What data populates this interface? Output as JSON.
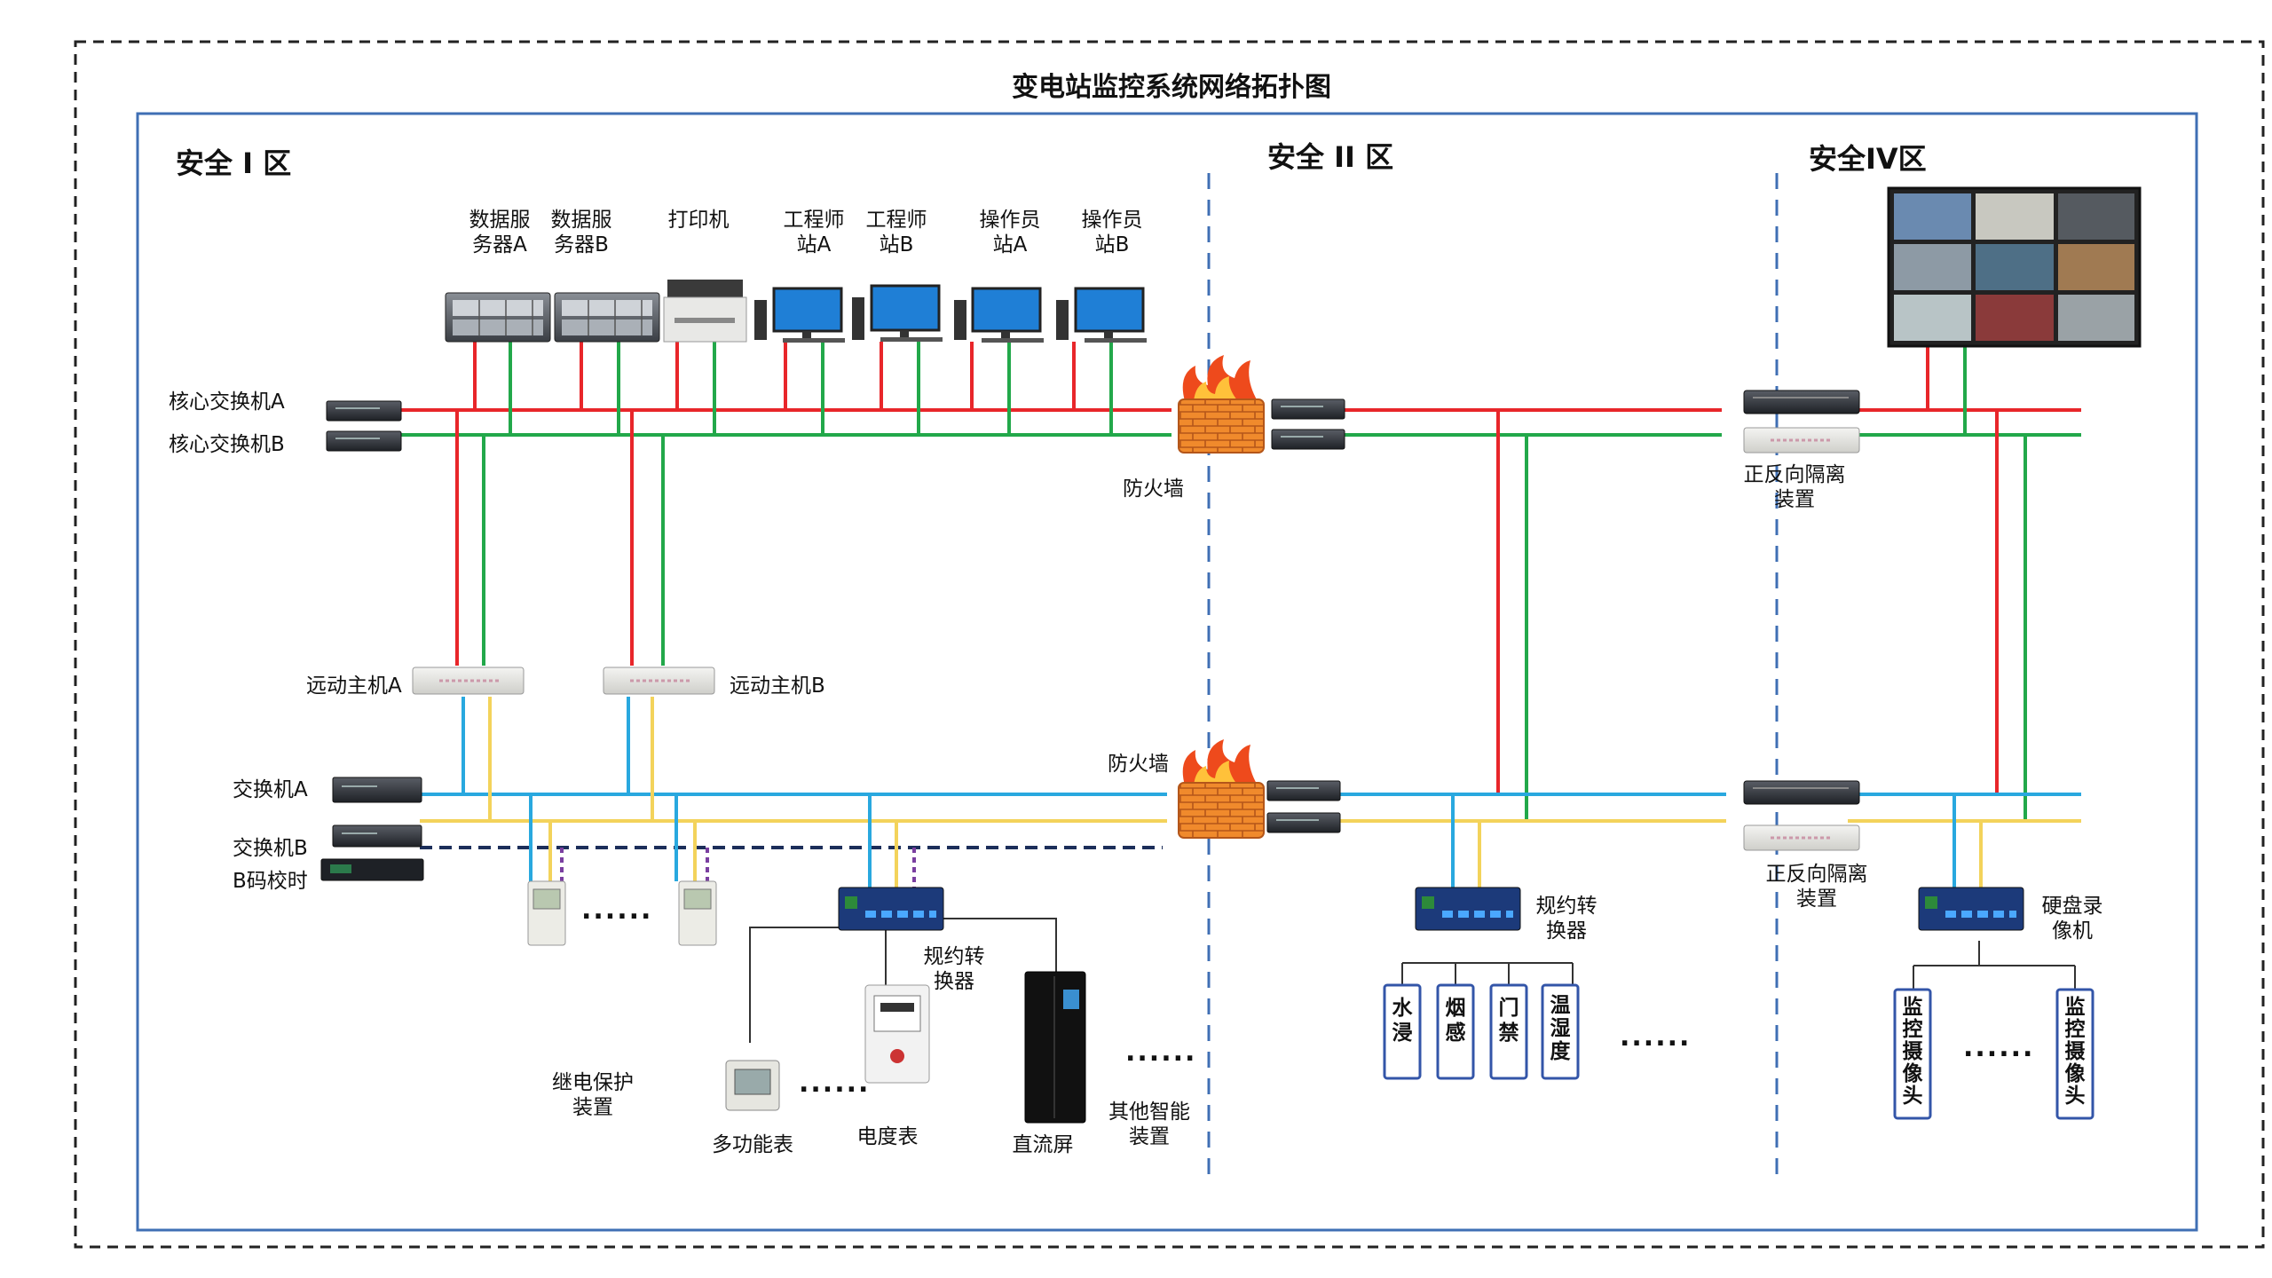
{
  "title": "变电站监控系统网络拓扑图",
  "zones": [
    "安全 I 区",
    "安全 II 区",
    "安全IV区"
  ],
  "servers": [
    [
      "数据服",
      "务器A"
    ],
    [
      "数据服",
      "务器B"
    ]
  ],
  "printer": "打印机",
  "stations": [
    [
      "工程师",
      "站A"
    ],
    [
      "工程师",
      "站B"
    ],
    [
      "操作员",
      "站A"
    ],
    [
      "操作员",
      "站B"
    ]
  ],
  "core_switch_a": "核心交换机A",
  "core_switch_b": "核心交换机B",
  "firewall_label": "防火墙",
  "isolation_label": [
    "正反向隔离",
    "装置"
  ],
  "rtu_a": "远动主机A",
  "rtu_b": "远动主机B",
  "switch_a": "交换机A",
  "switch_b": "交换机B",
  "bcode": "B码校时",
  "protocol_converter": [
    "规约转",
    "换器"
  ],
  "relay_protection": [
    "继电保护",
    "装置"
  ],
  "multifunction_meter": "多功能表",
  "energy_meter": "电度表",
  "dc_panel": "直流屏",
  "other_devices": [
    "其他智能",
    "装置"
  ],
  "sensors": [
    [
      "水",
      "浸"
    ],
    [
      "烟",
      "感"
    ],
    [
      "门",
      "禁"
    ],
    [
      "温",
      "湿",
      "度"
    ]
  ],
  "nvr": [
    "硬盘录",
    "像机"
  ],
  "camera": [
    "监",
    "控",
    "摄",
    "像",
    "头"
  ],
  "ellipsis": "......",
  "colors": {
    "red_line": "#e8262a",
    "green_line": "#22a84a",
    "blue_line": "#29a8df",
    "yellow_line": "#f3d35b",
    "navy_dashed": "#1c2e5a",
    "purple_dashed": "#7a3fa0",
    "frame_blue": "#3f6fb4",
    "box_blue": "#3355a8"
  }
}
